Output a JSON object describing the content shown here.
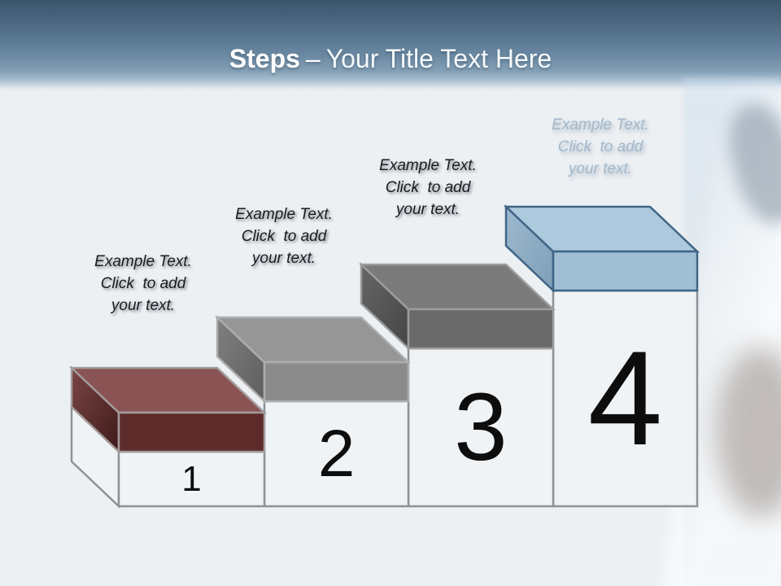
{
  "title": {
    "keyword": "Steps",
    "separator": "–",
    "rest": "Your Title Text Here"
  },
  "steps": [
    {
      "number": "1",
      "label_lines": [
        "Example Text.",
        "Click  to add",
        "your text."
      ],
      "ghost_label": false,
      "colors": {
        "top": "#8b5454",
        "side_light": "#7a4545",
        "side_dark": "#3f1a1a",
        "front": "#5e2b2b",
        "stroke": "#a39b9b"
      }
    },
    {
      "number": "2",
      "label_lines": [
        "Example Text.",
        "Click  to add",
        "your text."
      ],
      "ghost_label": false,
      "colors": {
        "top": "#969696",
        "side_light": "#808080",
        "side_dark": "#5e5e5e",
        "front": "#8b8b8b",
        "stroke": "#adadad"
      }
    },
    {
      "number": "3",
      "label_lines": [
        "Example Text.",
        "Click  to add",
        "your text."
      ],
      "ghost_label": false,
      "colors": {
        "top": "#7b7b7b",
        "side_light": "#666666",
        "side_dark": "#454545",
        "front": "#6a6a6a",
        "stroke": "#9c9c9c"
      }
    },
    {
      "number": "4",
      "label_lines": [
        "Example Text.",
        "Click  to add",
        "your text."
      ],
      "ghost_label": true,
      "colors": {
        "top": "#adc9dd",
        "side_light": "#9db9ce",
        "side_dark": "#7e9fb9",
        "front": "#a0bed4",
        "stroke": "#3f6586"
      }
    }
  ],
  "column": {
    "fill": "#f0f3f6",
    "stroke": "#8d9296",
    "number_color": "#0d0d0d"
  },
  "label_style": {
    "color": "#1c1c1e",
    "ghost_color": "#a3b8ca"
  }
}
